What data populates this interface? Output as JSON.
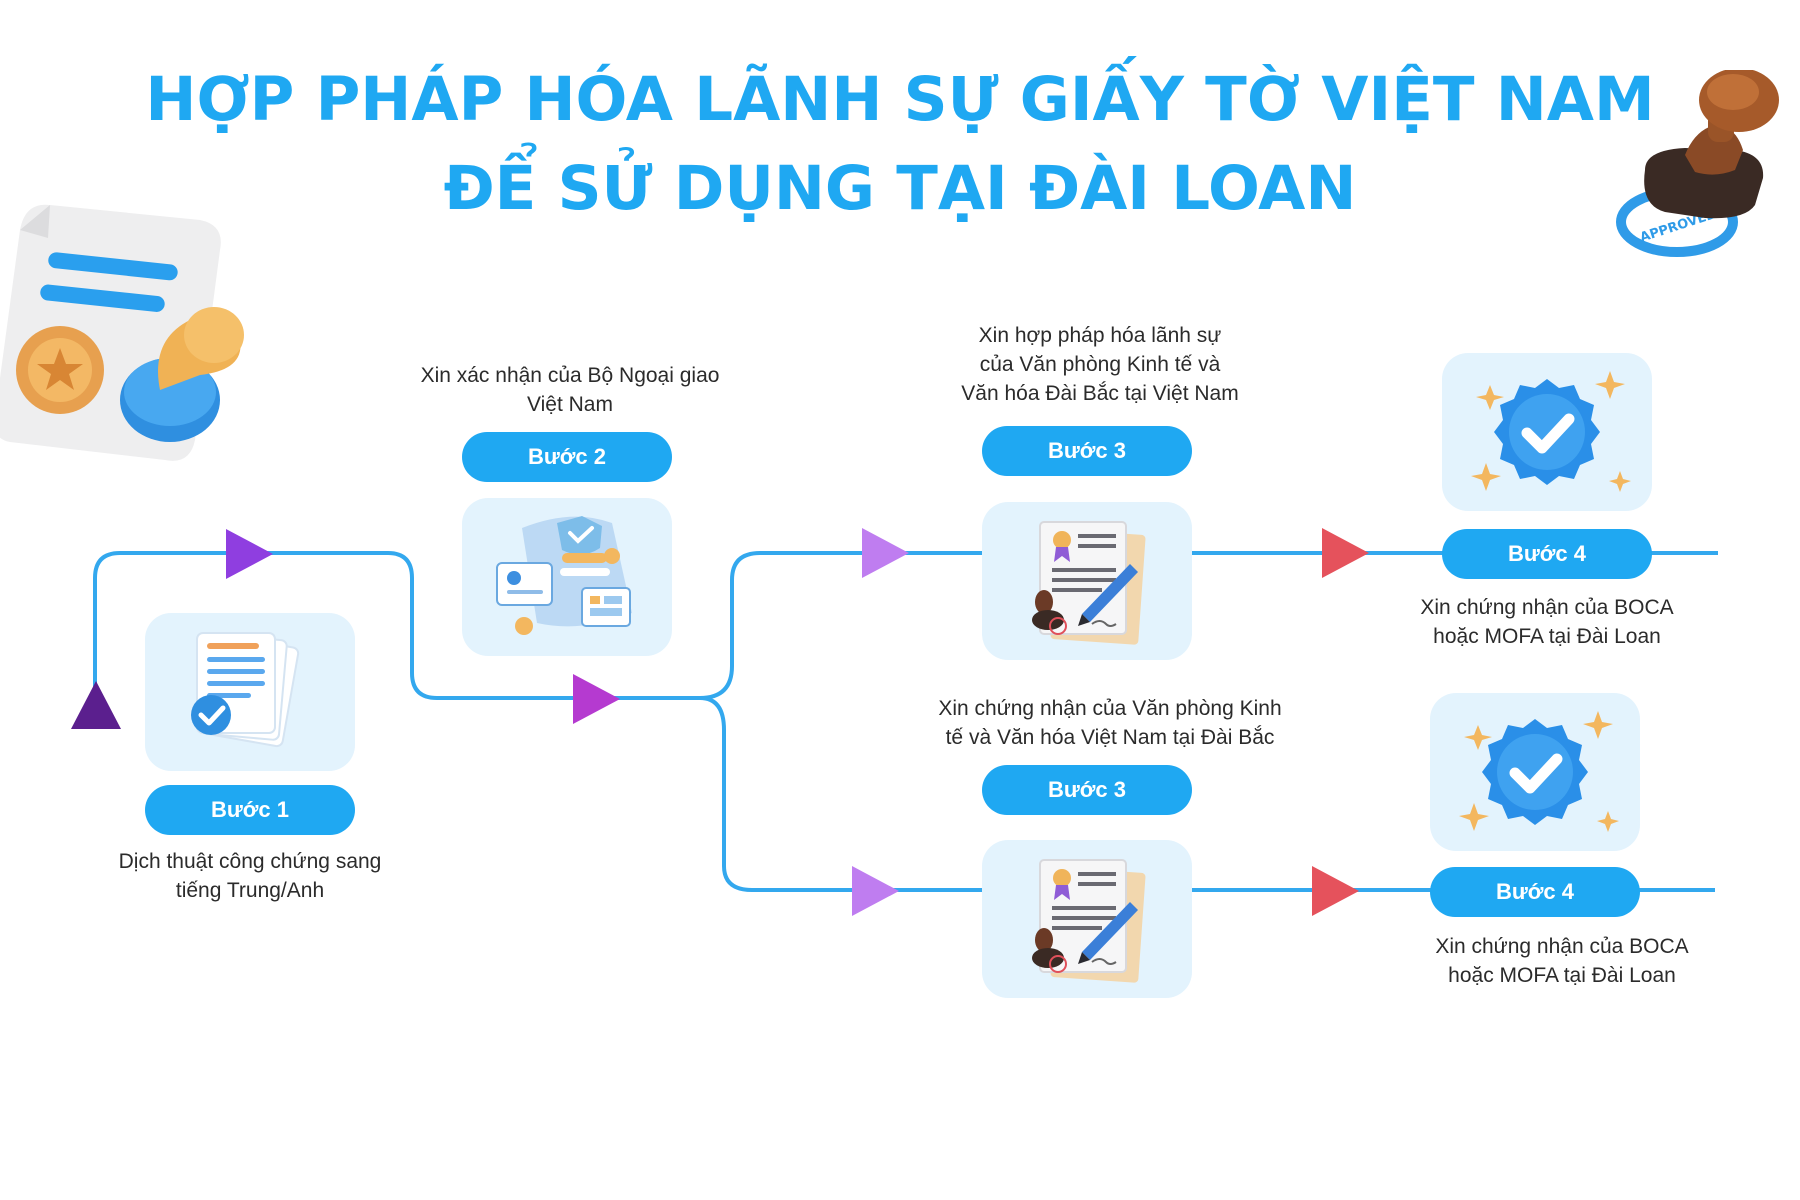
{
  "header": {
    "title_line1": "HỢP PHÁP HÓA LÃNH SỰ GIẤY TỜ VIỆT NAM",
    "title_line2": "ĐỂ SỬ DỤNG TẠI ĐÀI LOAN"
  },
  "decorations": {
    "stamp_text": "APPROVED"
  },
  "steps": [
    {
      "label": "Bước 1",
      "desc_lines": [
        "Dịch thuật công chứng sang",
        "tiếng Trung/Anh"
      ],
      "icon": "documents-check-icon"
    },
    {
      "label": "Bước 2",
      "desc_lines": [
        "Xin xác nhận của Bộ Ngoại giao",
        "Việt Nam"
      ],
      "icon": "id-verification-icon"
    },
    {
      "label": "Bước 3",
      "desc_lines": [
        "Xin hợp pháp hóa lãnh sự",
        "của Văn phòng Kinh tế và",
        "Văn hóa Đài Bắc tại Việt Nam"
      ],
      "icon": "certificate-signing-icon"
    },
    {
      "label": "Bước 4",
      "desc_lines": [
        "Xin chứng nhận của BOCA",
        "hoặc MOFA tại Đài Loan"
      ],
      "icon": "verified-badge-icon"
    },
    {
      "label": "Bước 3",
      "desc_lines": [
        "Xin chứng nhận của Văn phòng Kinh",
        "tế và Văn hóa Việt Nam tại Đài Bắc"
      ],
      "icon": "certificate-signing-icon"
    },
    {
      "label": "Bước 4",
      "desc_lines": [
        "Xin chứng nhận của BOCA",
        "hoặc MOFA tại Đài Loan"
      ],
      "icon": "verified-badge-icon"
    }
  ],
  "colors": {
    "title": "#1fa8f2",
    "line": "#33a8ee",
    "badge": "#1fa8f2",
    "card": "#e3f3fd",
    "arrow_dark_purple": "#5b1f8e",
    "arrow_purple": "#8f3ee0",
    "arrow_magenta": "#b53ad0",
    "arrow_lavender": "#bf7df0",
    "arrow_red": "#e5525c"
  }
}
